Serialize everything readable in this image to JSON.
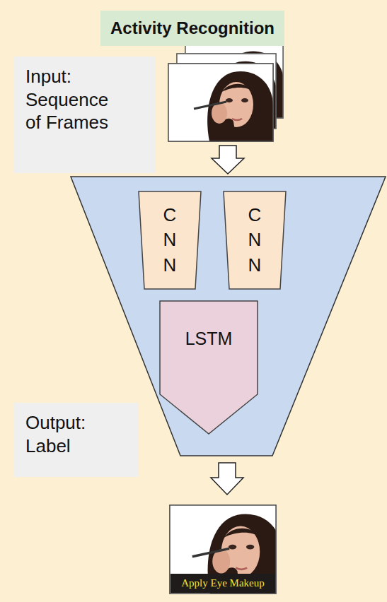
{
  "diagram": {
    "title": "Activity Recognition",
    "nodes": [
      {
        "text": [
          "Input: Sequence of Frames"
        ]
      },
      {
        "text": [
          "C N N"
        ]
      },
      {
        "text": [
          "C N N"
        ]
      },
      {
        "text": [
          "LSTM"
        ]
      },
      {
        "text": [
          "Output: Label"
        ]
      }
    ],
    "labels": [
      "Apply Eye Makeup"
    ]
  }
}
